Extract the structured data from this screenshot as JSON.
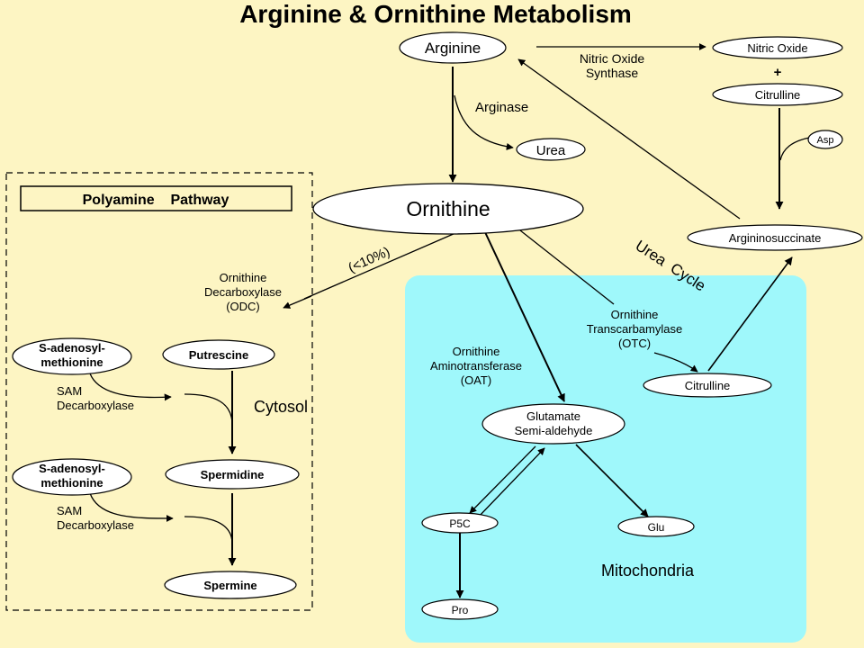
{
  "title": "Arginine & Ornithine Metabolism",
  "nodes": {
    "arginine": "Arginine",
    "nitric_oxide": "Nitric Oxide",
    "plus": "+",
    "citrulline_top": "Citrulline",
    "asp": "Asp",
    "urea": "Urea",
    "ornithine": "Ornithine",
    "argininosuccinate": "Argininosuccinate",
    "putrescine": "Putrescine",
    "sam1_line1": "S-adenosyl-",
    "sam1_line2": "methionine",
    "spermidine": "Spermidine",
    "sam2_line1": "S-adenosyl-",
    "sam2_line2": "methionine",
    "spermine": "Spermine",
    "glutamate_line1": "Glutamate",
    "glutamate_line2": "Semi-aldehyde",
    "citrulline_mito": "Citrulline",
    "p5c": "P5C",
    "glu": "Glu",
    "pro": "Pro"
  },
  "labels": {
    "nos_line1": "Nitric Oxide",
    "nos_line2": "Synthase",
    "arginase": "Arginase",
    "polyamine_pathway": "Polyamine    Pathway",
    "lt10": "(<10%)",
    "odc_line1": "Ornithine",
    "odc_line2": "Decarboxylase",
    "odc_line3": "(ODC)",
    "urea_cycle": "Urea  Cycle",
    "otc_line1": "Ornithine",
    "otc_line2": "Transcarbamylase",
    "otc_line3": "(OTC)",
    "oat_line1": "Ornithine",
    "oat_line2": "Aminotransferase",
    "oat_line3": "(OAT)",
    "samdc1_line1": "SAM",
    "samdc1_line2": "Decarboxylase",
    "samdc2_line1": "SAM",
    "samdc2_line2": "Decarboxylase",
    "cytosol": "Cytosol",
    "mitochondria": "Mitochondria"
  },
  "colors": {
    "background": "#fdf5c3",
    "mitochondria_fill": "#9ff8fb",
    "node_fill": "#ffffff",
    "stroke": "#000000"
  }
}
